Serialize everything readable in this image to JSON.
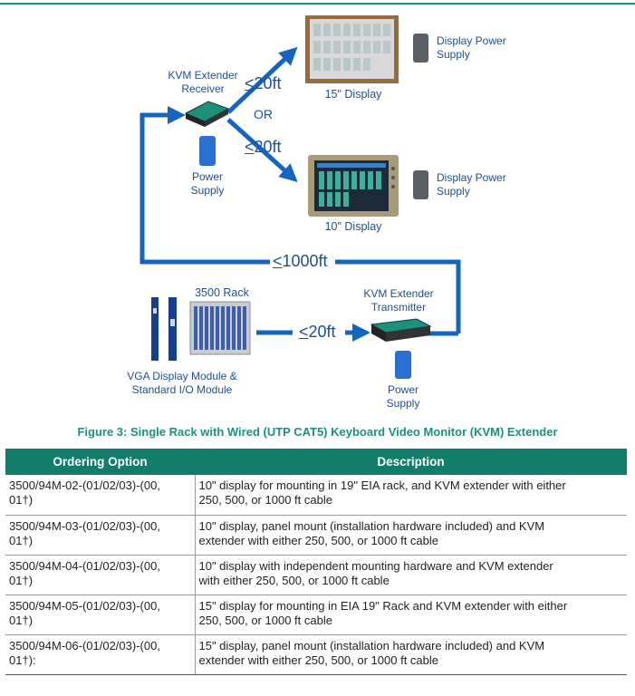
{
  "figure": {
    "kvm_receiver_label": "KVM Extender Receiver",
    "kvm_receiver_line1": "KVM Extender",
    "kvm_receiver_line2": "Receiver",
    "dist_top": "20ft",
    "dist_mid": "20ft",
    "dist_long": "1000ft",
    "dist_bottom": "20ft",
    "le_symbol": "<",
    "or_label": "OR",
    "display15_label": "15\" Display",
    "display10_label": "10\" Display",
    "display_power_top_1": "Display Power",
    "display_power_top_2": "Supply",
    "display_power_mid_1": "Display Power",
    "display_power_mid_2": "Supply",
    "power_supply_left_1": "Power",
    "power_supply_left_2": "Supply",
    "power_supply_right_1": "Power",
    "power_supply_right_2": "Supply",
    "rack_label": "3500 Rack",
    "vga_label_1": "VGA Display Module &",
    "vga_label_2": "Standard I/O Module",
    "transmitter_line1": "KVM Extender",
    "transmitter_line2": "Transmitter",
    "caption": "Figure 3:  Single Rack with Wired (UTP CAT5) Keyboard Video Monitor (KVM) Extender"
  },
  "colors": {
    "accent_teal": "#1f8f7e",
    "header_teal": "#137d6b",
    "arrow_blue": "#1565c0",
    "label_blue": "#1f4f8f"
  },
  "table": {
    "headers": [
      "Ordering Option",
      "Description"
    ],
    "rows": [
      {
        "option_1": "3500/94M-02-(01/02/03)-(00,",
        "option_2": "01†)",
        "desc_1": "10\" display for mounting in 19\" EIA rack, and KVM extender with either",
        "desc_2": "250, 500, or 1000 ft cable"
      },
      {
        "option_1": "3500/94M-03-(01/02/03)-(00,",
        "option_2": "01†)",
        "desc_1": "10\" display, panel mount (installation hardware included) and KVM",
        "desc_2": "extender with either 250, 500, or 1000 ft cable"
      },
      {
        "option_1": "3500/94M-04-(01/02/03)-(00,",
        "option_2": "01†)",
        "desc_1": "10\" display with independent mounting hardware and KVM extender",
        "desc_2": "with either 250, 500, or 1000 ft cable"
      },
      {
        "option_1": "3500/94M-05-(01/02/03)-(00,",
        "option_2": "01†)",
        "desc_1": "15\" display for mounting in EIA 19\" Rack and KVM extender with either",
        "desc_2": "250, 500, or 1000 ft cable"
      },
      {
        "option_1": "3500/94M-06-(01/02/03)-(00,",
        "option_2": "01†):",
        "desc_1": "15\" display, panel mount (installation hardware included) and KVM",
        "desc_2": "extender with either 250, 500, or 1000 ft cable"
      }
    ]
  }
}
